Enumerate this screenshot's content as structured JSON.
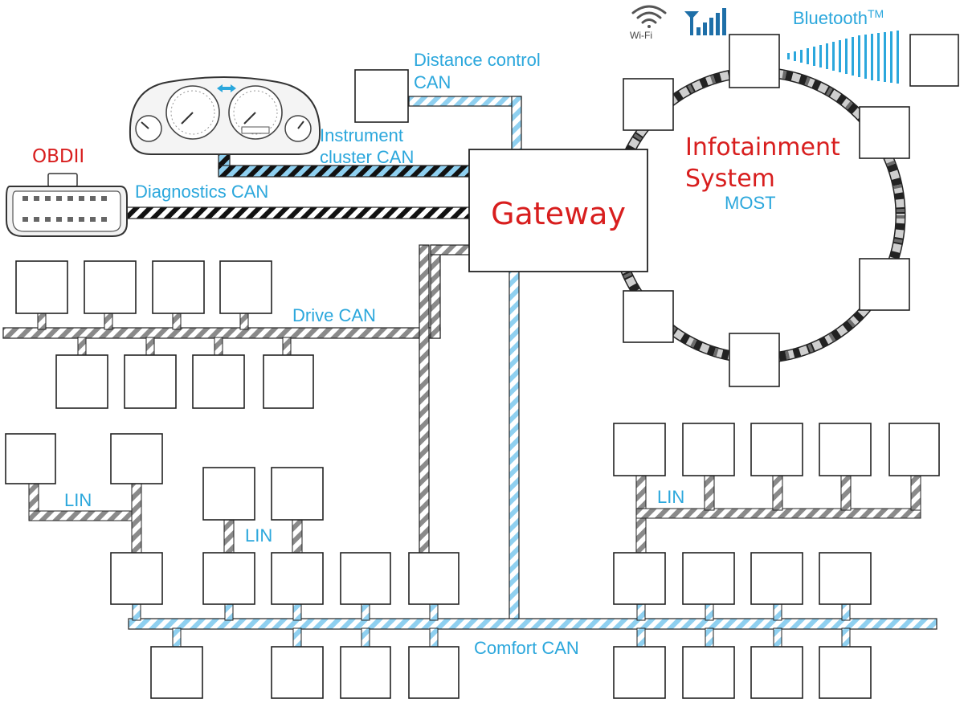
{
  "labels": {
    "obd": "OBDII",
    "diagnostics_can": "Diagnostics CAN",
    "instrument_line1": "Instrument",
    "instrument_line2": "cluster CAN",
    "distance_line1": "Distance control",
    "distance_line2": "CAN",
    "gateway": "Gateway",
    "infotainment_line1": "Infotainment",
    "infotainment_line2": "System",
    "most": "MOST",
    "wifi": "Wi-Fi",
    "bluetooth": "Bluetooth",
    "bluetooth_tm": "TM",
    "drive_can": "Drive CAN",
    "lin_1": "LIN",
    "lin_2": "LIN",
    "lin_3": "LIN",
    "comfort_can": "Comfort CAN"
  },
  "colors": {
    "can_blue": "#8fd0f0",
    "bus_grey": "#8a8a8a",
    "label_blue": "#2ba7dc",
    "label_red": "#d81e1e",
    "dark": "#222222"
  },
  "icons": [
    "obd-connector-icon",
    "instrument-cluster-icon",
    "wifi-icon",
    "signal-bars-icon",
    "bluetooth-wave-icon"
  ]
}
